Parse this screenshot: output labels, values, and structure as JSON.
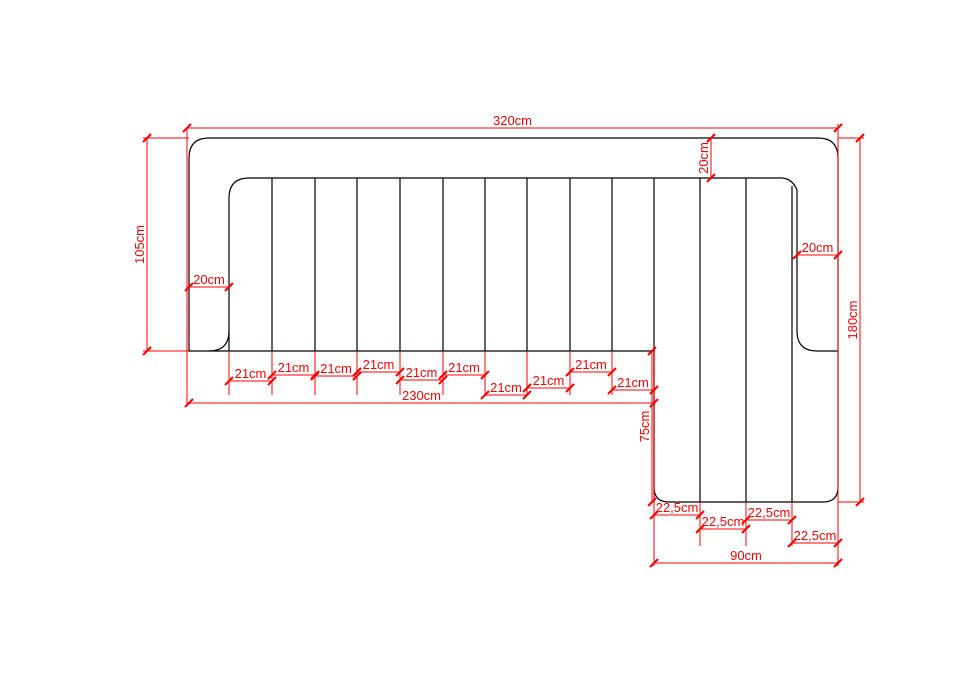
{
  "colors": {
    "outline": "#000000",
    "dimension": "#ff0000",
    "background": "#ffffff"
  },
  "dimensions": {
    "total_width": "320cm",
    "left_depth": "105cm",
    "left_arm": "20cm",
    "back_depth": "20cm",
    "right_arm": "20cm",
    "total_length": "180cm",
    "seat_widths": [
      "21cm",
      "21cm",
      "21cm",
      "21cm",
      "21cm",
      "21cm",
      "21cm",
      "21cm",
      "21cm",
      "21cm"
    ],
    "left_section_width": "230cm",
    "chaise_extension": "75cm",
    "chaise_widths": [
      "22,5cm",
      "22,5cm",
      "22,5cm",
      "22,5cm"
    ],
    "chaise_width": "90cm"
  }
}
